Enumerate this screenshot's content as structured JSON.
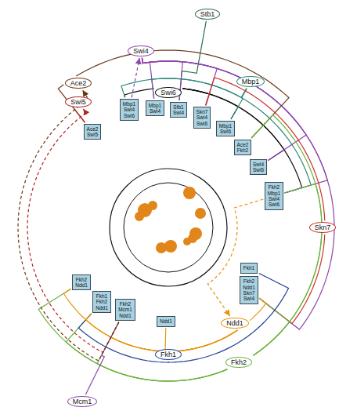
{
  "diagram": {
    "nodes": [
      {
        "text": [
          "Stb1"
        ]
      },
      {
        "text": [
          "Swi4"
        ]
      },
      {
        "text": [
          "Ace2"
        ]
      },
      {
        "text": [
          "Swi5"
        ]
      },
      {
        "text": [
          "Swi6"
        ]
      },
      {
        "text": [
          "Mbp1"
        ]
      },
      {
        "text": [
          "Ace2 Swi5"
        ]
      },
      {
        "text": [
          "Mbp1 Swi4 Swi6"
        ]
      },
      {
        "text": [
          "Mbp1 Swi4"
        ]
      },
      {
        "text": [
          "Stb1 Swi4"
        ]
      },
      {
        "text": [
          "Skn7 Swi4 Swi6"
        ]
      },
      {
        "text": [
          "Mbp1 Swi6"
        ]
      },
      {
        "text": [
          "Ace2 Fkh2"
        ]
      },
      {
        "text": [
          "Swi4 Swi6"
        ]
      },
      {
        "text": [
          "Skn7"
        ]
      },
      {
        "text": [
          "Fkh2 Mbp1 Swi4 Swi6"
        ]
      },
      {
        "text": [
          "Fkh1"
        ]
      },
      {
        "text": [
          "Fkh2 Ndd1 Skn7 Swi4"
        ]
      },
      {
        "text": [
          "Ndd1"
        ]
      },
      {
        "text": [
          "Fkh2 Ndd1"
        ]
      },
      {
        "text": [
          "Fkh1 Fkh2 Ndd1"
        ]
      },
      {
        "text": [
          "Fkh2 Mcm1 Ndd1"
        ]
      },
      {
        "text": [
          "Ndd1"
        ]
      },
      {
        "text": [
          "Fkh1"
        ]
      },
      {
        "text": [
          "Fkh2"
        ]
      },
      {
        "text": [
          "Mcm1"
        ]
      }
    ],
    "edges": [
      {
        "from": 4,
        "to": 7,
        "arrow": "none"
      },
      {
        "from": 4,
        "to": 10,
        "arrow": "none"
      },
      {
        "from": 4,
        "to": 11,
        "arrow": "none"
      },
      {
        "from": 4,
        "to": 13,
        "arrow": "none"
      },
      {
        "from": 4,
        "to": 15,
        "arrow": "none"
      },
      {
        "from": 5,
        "to": 7,
        "arrow": "none"
      },
      {
        "from": 5,
        "to": 8,
        "arrow": "none"
      },
      {
        "from": 5,
        "to": 11,
        "arrow": "none"
      },
      {
        "from": 5,
        "to": 15,
        "arrow": "none"
      },
      {
        "from": 0,
        "to": 9,
        "arrow": "none"
      },
      {
        "from": 1,
        "to": 8,
        "arrow": "none"
      },
      {
        "from": 1,
        "to": 9,
        "arrow": "none"
      },
      {
        "from": 1,
        "to": 10,
        "arrow": "none"
      },
      {
        "from": 1,
        "to": 13,
        "arrow": "none"
      },
      {
        "from": 1,
        "to": 15,
        "arrow": "none"
      },
      {
        "from": 1,
        "to": 17,
        "arrow": "none"
      },
      {
        "from": 14,
        "to": 10,
        "arrow": "none"
      },
      {
        "from": 14,
        "to": 17,
        "arrow": "none"
      },
      {
        "from": 2,
        "to": 12,
        "arrow": "none"
      },
      {
        "from": 2,
        "to": 6,
        "arrow": "none"
      },
      {
        "from": 3,
        "to": 6,
        "arrow": "none"
      },
      {
        "from": 24,
        "to": 12,
        "arrow": "none"
      },
      {
        "from": 24,
        "to": 15,
        "arrow": "none"
      },
      {
        "from": 24,
        "to": 17,
        "arrow": "none"
      },
      {
        "from": 24,
        "to": 19,
        "arrow": "none"
      },
      {
        "from": 24,
        "to": 20,
        "arrow": "none"
      },
      {
        "from": 24,
        "to": 21,
        "arrow": "none"
      },
      {
        "from": 23,
        "to": 16,
        "arrow": "none"
      },
      {
        "from": 23,
        "to": 20,
        "arrow": "none"
      },
      {
        "from": 18,
        "to": 17,
        "arrow": "none"
      },
      {
        "from": 18,
        "to": 22,
        "arrow": "none"
      },
      {
        "from": 18,
        "to": 19,
        "arrow": "none"
      },
      {
        "from": 18,
        "to": 20,
        "arrow": "none"
      },
      {
        "from": 18,
        "to": 21,
        "arrow": "none"
      },
      {
        "from": 25,
        "to": 21,
        "arrow": "none"
      },
      {
        "from": 21,
        "to": 3,
        "arrow": "to"
      },
      {
        "from": 21,
        "to": 2,
        "arrow": "to"
      },
      {
        "from": 7,
        "to": 1,
        "arrow": "to"
      },
      {
        "from": 15,
        "to": 18,
        "arrow": "to"
      }
    ]
  }
}
